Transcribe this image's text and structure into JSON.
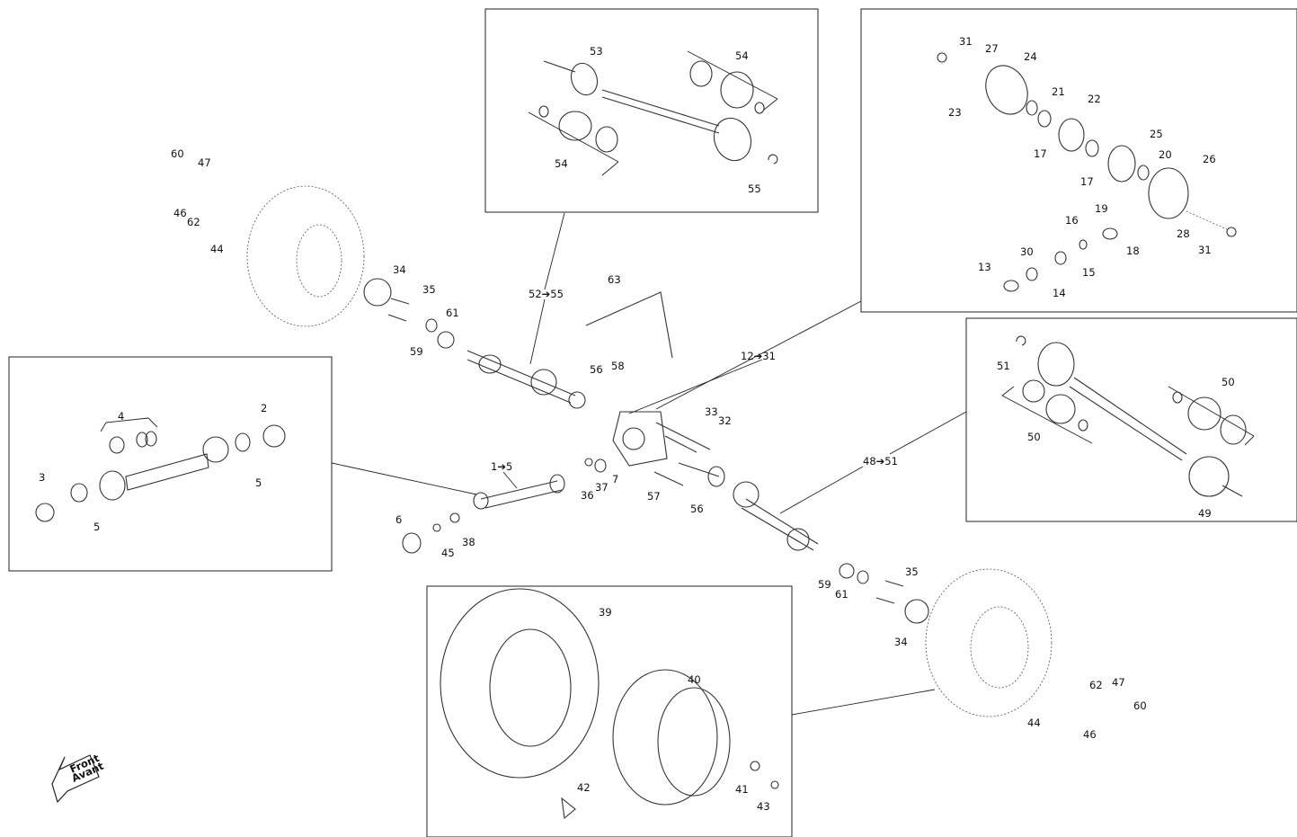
{
  "diagram": {
    "type": "exploded-parts-view",
    "front_arrow": {
      "line1": "Front",
      "line2": "Avant"
    },
    "group_labels": [
      "52➔55",
      "12➔31",
      "1➔5",
      "48➔51"
    ],
    "callouts": [
      "1",
      "2",
      "3",
      "4",
      "5",
      "6",
      "7",
      "12",
      "13",
      "14",
      "15",
      "16",
      "17",
      "18",
      "19",
      "20",
      "21",
      "22",
      "23",
      "24",
      "25",
      "26",
      "27",
      "28",
      "30",
      "31",
      "32",
      "33",
      "34",
      "35",
      "36",
      "37",
      "38",
      "39",
      "40",
      "41",
      "42",
      "43",
      "44",
      "45",
      "46",
      "47",
      "49",
      "50",
      "51",
      "53",
      "54",
      "55",
      "56",
      "57",
      "58",
      "59",
      "60",
      "61",
      "62",
      "63"
    ]
  }
}
